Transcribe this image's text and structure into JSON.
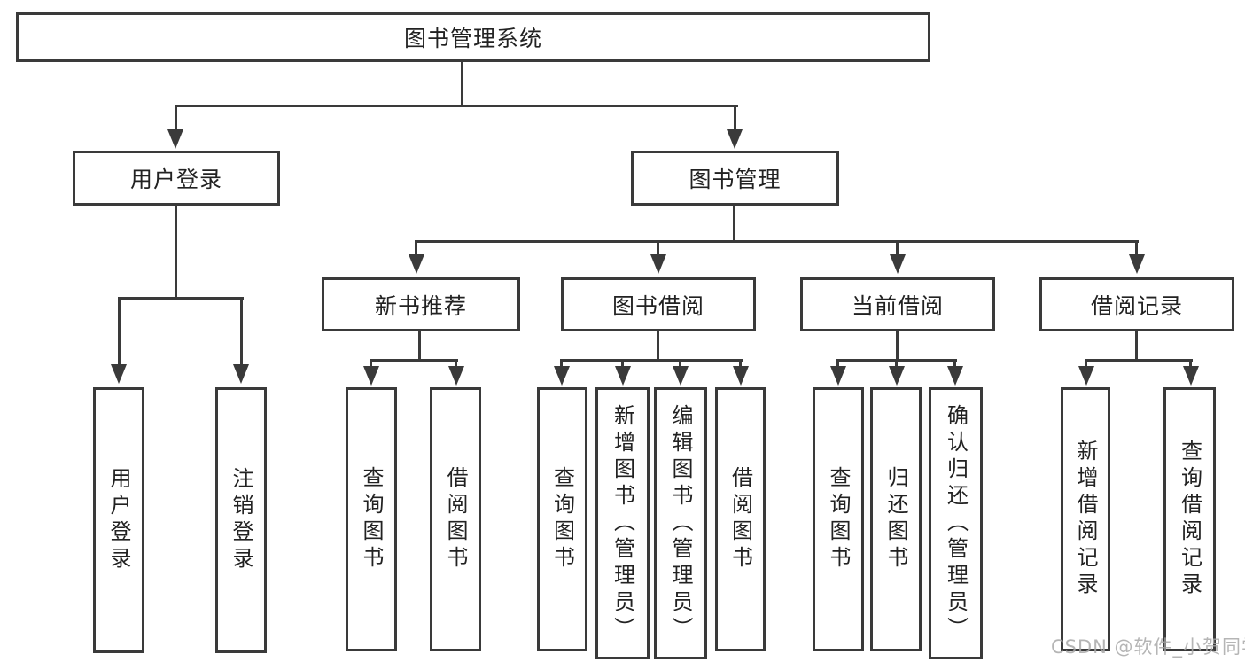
{
  "root": {
    "label": "图书管理系统"
  },
  "level2": {
    "user_login": {
      "label": "用户登录"
    },
    "book_mgmt": {
      "label": "图书管理"
    }
  },
  "level3": {
    "new_books": {
      "label": "新书推荐"
    },
    "borrowing": {
      "label": "图书借阅"
    },
    "current": {
      "label": "当前借阅"
    },
    "records": {
      "label": "借阅记录"
    }
  },
  "leaves": {
    "user_login": [
      {
        "label": "用户登录"
      },
      {
        "label": "注销登录"
      }
    ],
    "new_books": [
      {
        "label": "查询图书"
      },
      {
        "label": "借阅图书"
      }
    ],
    "borrowing": [
      {
        "label": "查询图书"
      },
      {
        "label": "新增图书（管理员）"
      },
      {
        "label": "编辑图书（管理员）"
      },
      {
        "label": "借阅图书"
      }
    ],
    "current": [
      {
        "label": "查询图书"
      },
      {
        "label": "归还图书"
      },
      {
        "label": "确认归还（管理员）"
      }
    ],
    "records": [
      {
        "label": "新增借阅记录"
      },
      {
        "label": "查询借阅记录"
      }
    ]
  },
  "watermark": {
    "text": "CSDN @软件_小贺同学"
  },
  "colors": {
    "line": "#3a3a3a",
    "text": "#222222",
    "watermark": "#a9a9a9",
    "background": "#ffffff"
  }
}
